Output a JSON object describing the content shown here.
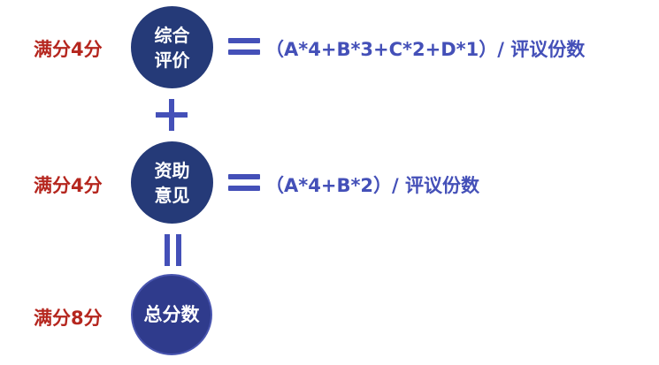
{
  "rows": [
    {
      "max_score": "满分4分",
      "circle_line1": "综合",
      "circle_line2": "评价",
      "formula": "（A*4+B*3+C*2+D*1）/ 评议份数"
    },
    {
      "max_score": "满分4分",
      "circle_line1": "资助",
      "circle_line2": "意见",
      "formula": "（A*4+B*2）/ 评议份数"
    },
    {
      "max_score": "满分8分",
      "circle_label": "总分数"
    }
  ],
  "operators": {
    "equals_icon": "equals-icon",
    "plus_icon": "plus-icon",
    "vertical_equals_icon": "vertical-equals-icon"
  },
  "colors": {
    "score_red": "#b5261e",
    "circle_navy": "#253a78",
    "total_circle": "#2f3b8c",
    "operator_blue": "#4450b8"
  }
}
